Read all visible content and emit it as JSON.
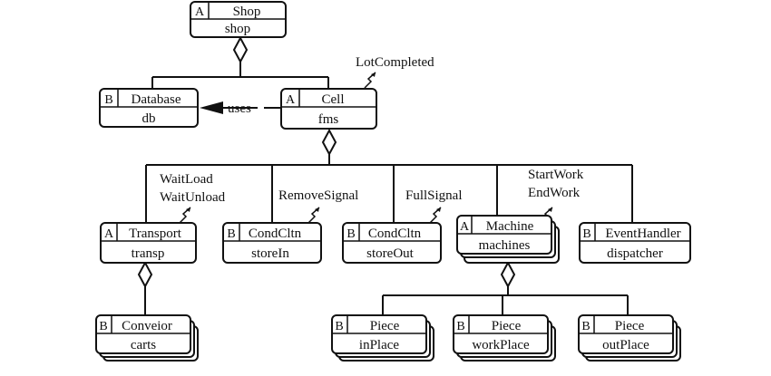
{
  "blocks": {
    "shop": {
      "kind": "A",
      "name": "Shop",
      "instance": "shop"
    },
    "database": {
      "kind": "B",
      "name": "Database",
      "instance": "db"
    },
    "cell": {
      "kind": "A",
      "name": "Cell",
      "instance": "fms"
    },
    "transport": {
      "kind": "A",
      "name": "Transport",
      "instance": "transp"
    },
    "condIn": {
      "kind": "B",
      "name": "CondCltn",
      "instance": "storeIn"
    },
    "condOut": {
      "kind": "B",
      "name": "CondCltn",
      "instance": "storeOut"
    },
    "machine": {
      "kind": "A",
      "name": "Machine",
      "instance": "machines"
    },
    "dispatcher": {
      "kind": "B",
      "name": "EventHandler",
      "instance": "dispatcher"
    },
    "conveior": {
      "kind": "B",
      "name": "Conveior",
      "instance": "carts"
    },
    "inPlace": {
      "kind": "B",
      "name": "Piece",
      "instance": "inPlace"
    },
    "workPlace": {
      "kind": "B",
      "name": "Piece",
      "instance": "workPlace"
    },
    "outPlace": {
      "kind": "B",
      "name": "Piece",
      "instance": "outPlace"
    }
  },
  "signals": {
    "cell": [
      "LotCompleted"
    ],
    "transport": [
      "WaitLoad",
      "WaitUnload"
    ],
    "condIn": [
      "RemoveSignal"
    ],
    "condOut": [
      "FullSignal"
    ],
    "machine": [
      "StartWork",
      "EndWork"
    ]
  },
  "relations": {
    "uses_label": "uses"
  }
}
